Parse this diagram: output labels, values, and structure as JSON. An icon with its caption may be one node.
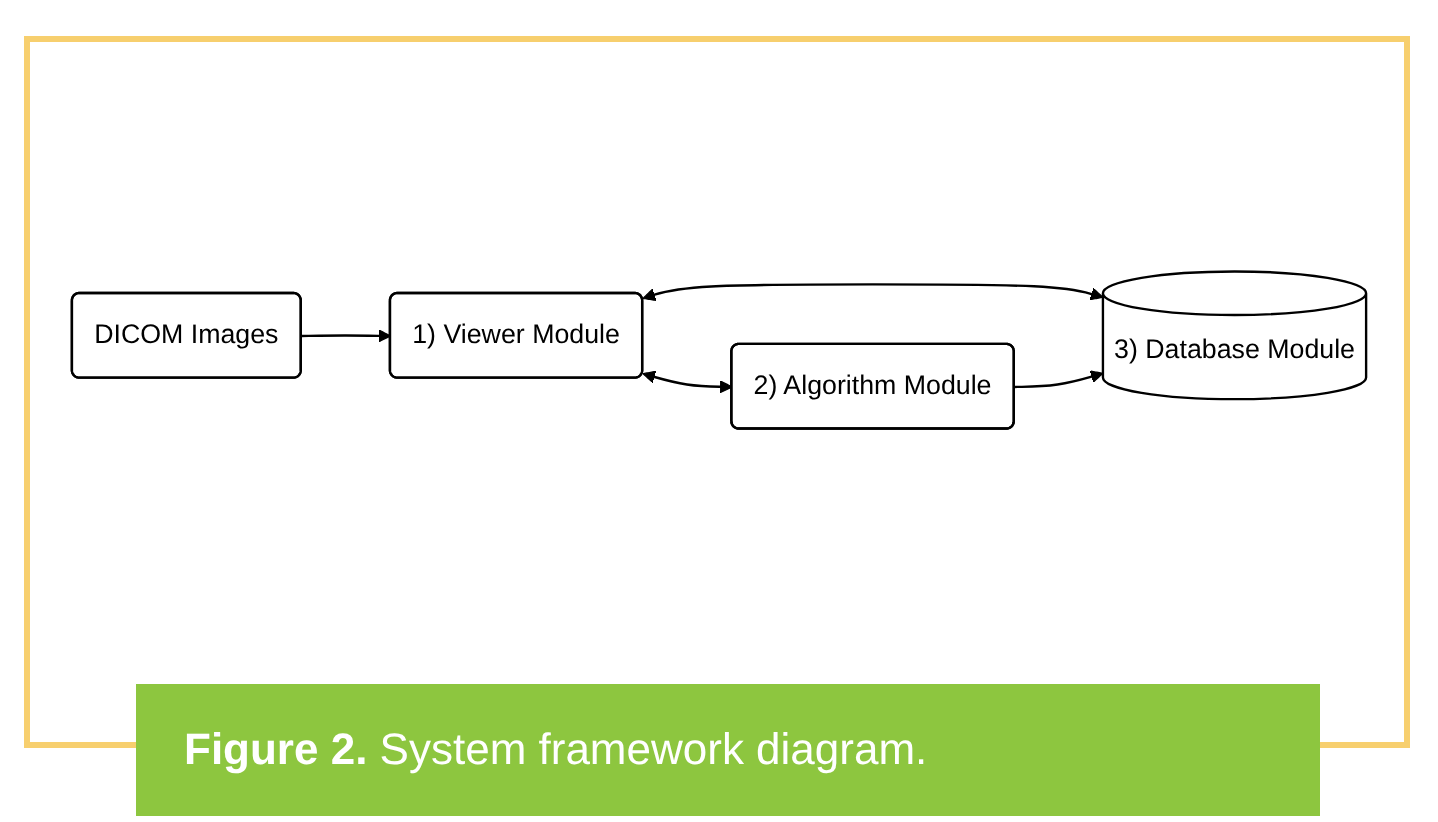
{
  "diagram": {
    "caption": "**Figure 2.** System framework diagram.",
    "nodes": [
      {
        "text": [
          "DICOM Images"
        ]
      },
      {
        "text": [
          "1) Viewer Module"
        ]
      },
      {
        "text": [
          "3) Database Module"
        ]
      },
      {
        "text": [
          "2) Algorithm Module"
        ]
      }
    ],
    "edges": [
      {
        "from": 0,
        "to": 1,
        "arrow": "to"
      },
      {
        "from": 1,
        "to": 2,
        "arrow": "both"
      },
      {
        "from": 1,
        "to": 3,
        "arrow": "both"
      },
      {
        "from": 3,
        "to": 2,
        "arrow": "to"
      }
    ]
  }
}
